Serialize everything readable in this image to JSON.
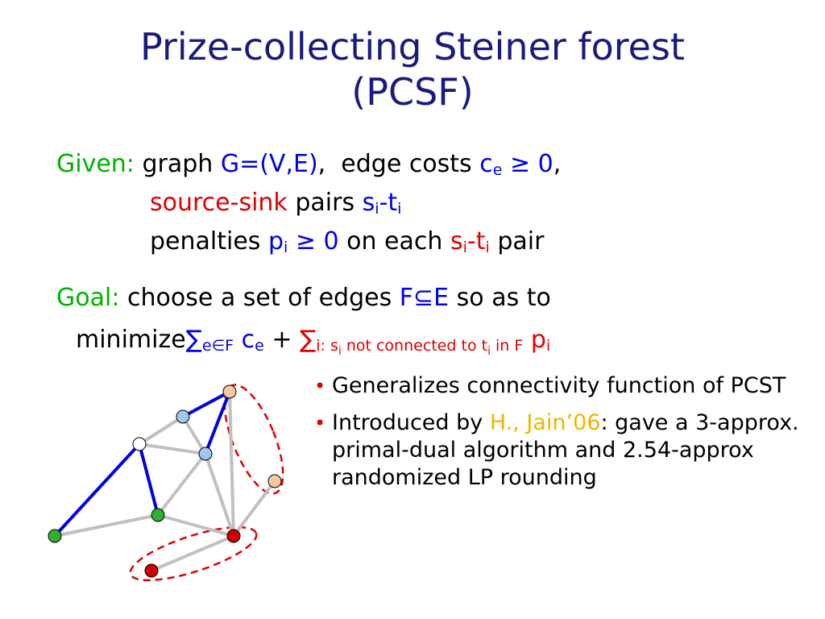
{
  "title": {
    "line1": "Prize-collecting Steiner forest",
    "line2": "(PCSF)"
  },
  "given": {
    "label": "Given:",
    "t_graph": "graph",
    "g": "G=(V,E)",
    "comma1": ",",
    "t_edge_costs": "edge costs",
    "c": "c",
    "e_sub": "e",
    "geq0": "≥ 0",
    "comma2": ",",
    "source_sink": "source-sink",
    "t_pairs": "pairs",
    "s": "s",
    "i_sub": "i",
    "dash": "-t",
    "t_penalties": "penalties",
    "p": "p",
    "geq0b": "≥ 0",
    "t_on_each": "on each",
    "s2": "s",
    "dash2": "-t",
    "t_pair": "pair"
  },
  "goal": {
    "label": "Goal:",
    "text1": "choose a set of edges",
    "f_subset_e": "F⊆E",
    "text2": "so as to",
    "minimize": "minimize",
    "sigma1": "∑",
    "sum1_sub": "e∈F",
    "c": "c",
    "c_sub": "e",
    "plus": "+",
    "sigma2": "∑",
    "sum2_sub": "i: s",
    "sum2_sub_i": "i",
    "sum2_sub_rest": " not connected to t",
    "sum2_sub_i2": "i",
    "sum2_sub_end": " in F",
    "p": "p",
    "p_sub": "i"
  },
  "bullets": [
    {
      "text": "Generalizes connectivity function of PCST"
    },
    {
      "pre": "Introduced by ",
      "cite": "H., Jain’06",
      "post": ": gave a 3-approx. primal-dual algorithm and 2.54-approx randomized LP rounding"
    }
  ],
  "colors": {
    "title": "#1a1a7e",
    "green": "#00b000",
    "blue": "#0000e6",
    "red": "#e00000",
    "orange": "#f0b400",
    "edge_gray": "#c0c0c0",
    "node_lightblue": "#9ec8f0",
    "node_orange": "#f8c8a0",
    "node_green": "#30b030",
    "node_red": "#d00000"
  }
}
